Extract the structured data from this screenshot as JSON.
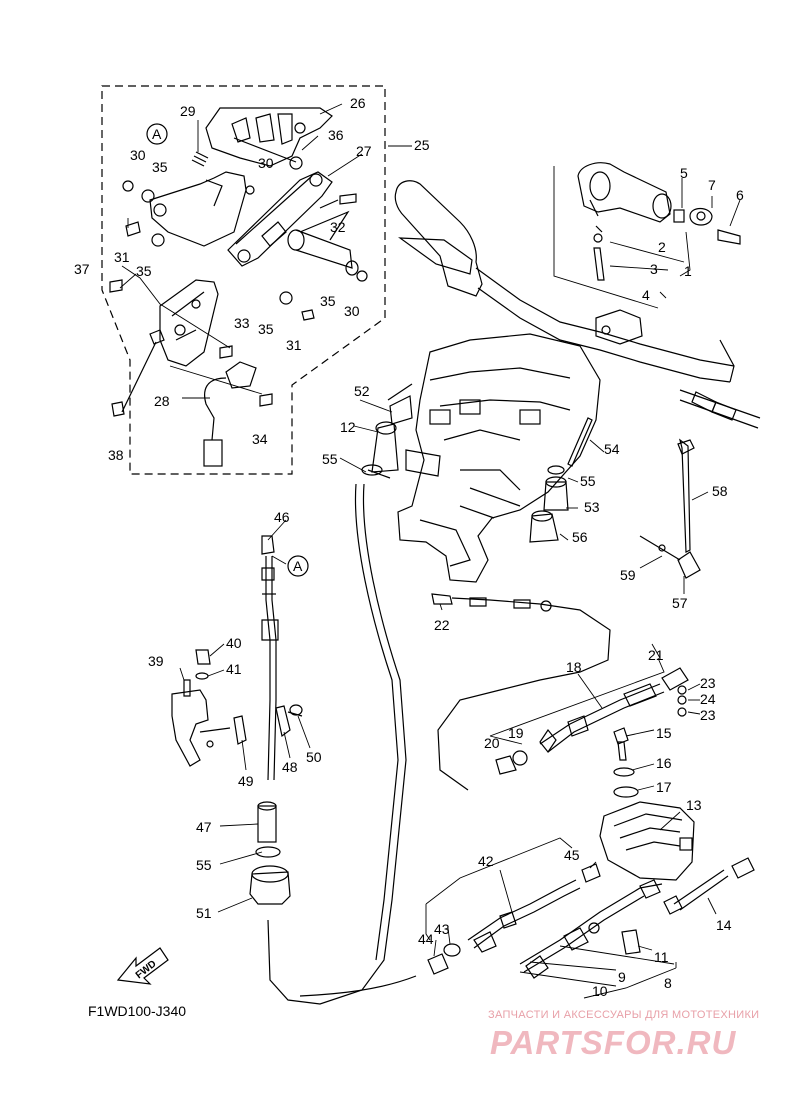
{
  "diagram": {
    "code": "F1WD100-J340",
    "fwd_label": "FWD",
    "callout_letter": "A"
  },
  "watermark": {
    "top_text": "ЗАПЧАСТИ И АКСЕССУАРЫ ДЛЯ МОТОТЕХНИКИ",
    "logo_text": "PARTSFOR.RU"
  },
  "parts": [
    {
      "id": "p1",
      "num": "1"
    },
    {
      "id": "p2",
      "num": "2"
    },
    {
      "id": "p3",
      "num": "3"
    },
    {
      "id": "p4",
      "num": "4"
    },
    {
      "id": "p5",
      "num": "5"
    },
    {
      "id": "p6",
      "num": "6"
    },
    {
      "id": "p7",
      "num": "7"
    },
    {
      "id": "p8",
      "num": "8"
    },
    {
      "id": "p9",
      "num": "9"
    },
    {
      "id": "p10",
      "num": "10"
    },
    {
      "id": "p11",
      "num": "11"
    },
    {
      "id": "p12",
      "num": "12"
    },
    {
      "id": "p13",
      "num": "13"
    },
    {
      "id": "p14",
      "num": "14"
    },
    {
      "id": "p15",
      "num": "15"
    },
    {
      "id": "p16",
      "num": "16"
    },
    {
      "id": "p17",
      "num": "17"
    },
    {
      "id": "p18",
      "num": "18"
    },
    {
      "id": "p19",
      "num": "19"
    },
    {
      "id": "p20",
      "num": "20"
    },
    {
      "id": "p21",
      "num": "21"
    },
    {
      "id": "p22",
      "num": "22"
    },
    {
      "id": "p23a",
      "num": "23"
    },
    {
      "id": "p23b",
      "num": "23"
    },
    {
      "id": "p24",
      "num": "24"
    },
    {
      "id": "p25",
      "num": "25"
    },
    {
      "id": "p26",
      "num": "26"
    },
    {
      "id": "p27",
      "num": "27"
    },
    {
      "id": "p28",
      "num": "28"
    },
    {
      "id": "p29",
      "num": "29"
    },
    {
      "id": "p30a",
      "num": "30"
    },
    {
      "id": "p30b",
      "num": "30"
    },
    {
      "id": "p30c",
      "num": "30"
    },
    {
      "id": "p31a",
      "num": "31"
    },
    {
      "id": "p31b",
      "num": "31"
    },
    {
      "id": "p32",
      "num": "32"
    },
    {
      "id": "p33",
      "num": "33"
    },
    {
      "id": "p34",
      "num": "34"
    },
    {
      "id": "p35a",
      "num": "35"
    },
    {
      "id": "p35b",
      "num": "35"
    },
    {
      "id": "p35c",
      "num": "35"
    },
    {
      "id": "p35d",
      "num": "35"
    },
    {
      "id": "p36",
      "num": "36"
    },
    {
      "id": "p37",
      "num": "37"
    },
    {
      "id": "p38",
      "num": "38"
    },
    {
      "id": "p39",
      "num": "39"
    },
    {
      "id": "p40",
      "num": "40"
    },
    {
      "id": "p41",
      "num": "41"
    },
    {
      "id": "p42",
      "num": "42"
    },
    {
      "id": "p43",
      "num": "43"
    },
    {
      "id": "p44",
      "num": "44"
    },
    {
      "id": "p45",
      "num": "45"
    },
    {
      "id": "p46",
      "num": "46"
    },
    {
      "id": "p47",
      "num": "47"
    },
    {
      "id": "p48",
      "num": "48"
    },
    {
      "id": "p49",
      "num": "49"
    },
    {
      "id": "p50",
      "num": "50"
    },
    {
      "id": "p51",
      "num": "51"
    },
    {
      "id": "p52",
      "num": "52"
    },
    {
      "id": "p53",
      "num": "53"
    },
    {
      "id": "p54",
      "num": "54"
    },
    {
      "id": "p55a",
      "num": "55"
    },
    {
      "id": "p55b",
      "num": "55"
    },
    {
      "id": "p55c",
      "num": "55"
    },
    {
      "id": "p56",
      "num": "56"
    },
    {
      "id": "p57",
      "num": "57"
    },
    {
      "id": "p58",
      "num": "58"
    },
    {
      "id": "p59",
      "num": "59"
    }
  ]
}
